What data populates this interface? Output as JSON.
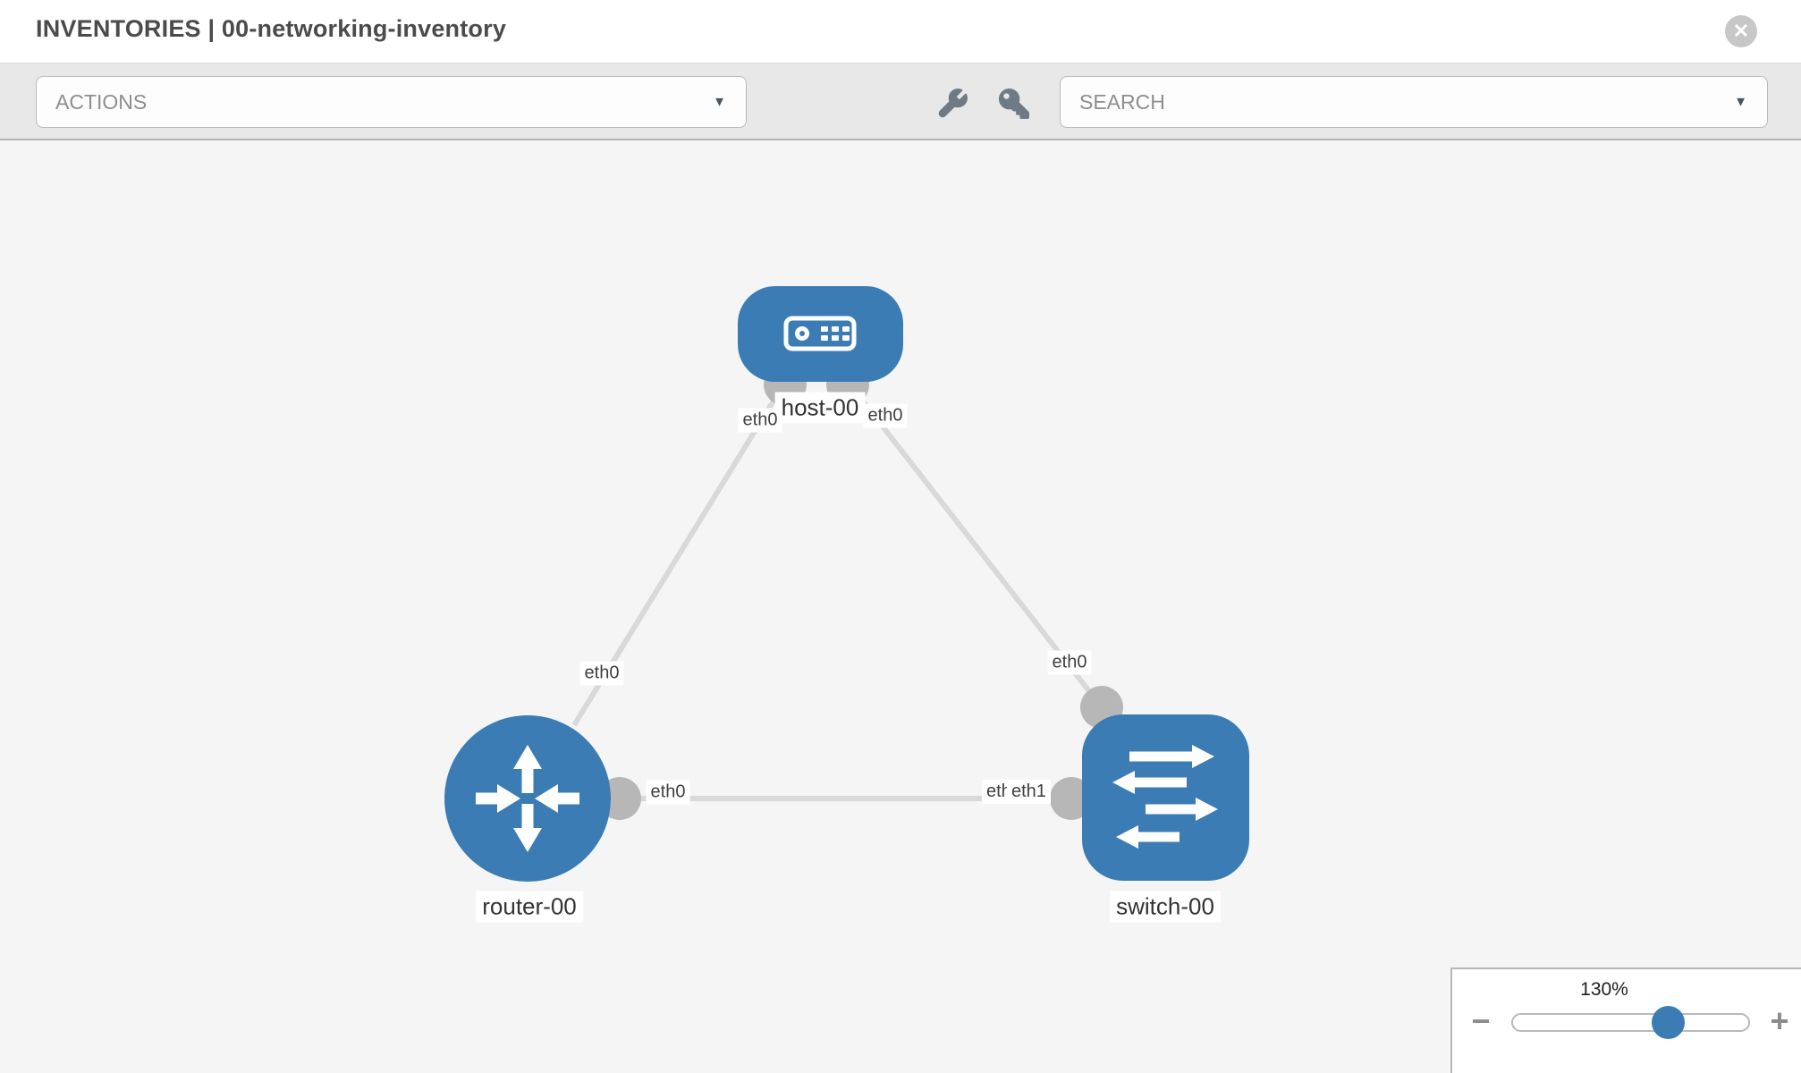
{
  "header": {
    "title": "INVENTORIES | 00-networking-inventory"
  },
  "icons": {
    "close": "✕",
    "caret": "▼",
    "wrench": "wrench-icon",
    "key": "key-icon"
  },
  "toolbar": {
    "actions_label": "ACTIONS",
    "search_label": "SEARCH"
  },
  "topology": {
    "nodes": [
      {
        "id": "host-00",
        "label": "host-00",
        "type": "host"
      },
      {
        "id": "router-00",
        "label": "router-00",
        "type": "router"
      },
      {
        "id": "switch-00",
        "label": "switch-00",
        "type": "switch"
      }
    ],
    "links": [
      {
        "from": "host-00",
        "to": "router-00",
        "from_interface": "eth0",
        "to_interface": "eth0"
      },
      {
        "from": "host-00",
        "to": "switch-00",
        "from_interface": "eth0",
        "to_interface": "eth0"
      },
      {
        "from": "router-00",
        "to": "switch-00",
        "from_interface": "eth0",
        "to_interface": "eth1"
      }
    ],
    "interface_labels": {
      "host_left": "eth0",
      "host_right": "eth0",
      "router_diag": "eth0",
      "switch_diag": "eth0",
      "router_link": "eth0",
      "switch_link_hidden": "eth0",
      "switch_link": "eth1"
    }
  },
  "zoom": {
    "value": "130%",
    "minus": "−",
    "plus": "+"
  },
  "colors": {
    "node_blue": "#3b7cb4",
    "link_gray": "#d9d9d9",
    "connector_gray": "#b7b7b7",
    "toolbar_bg": "#e8e8e8",
    "canvas_bg": "#f5f5f5",
    "title_text": "#4b4b4b"
  }
}
